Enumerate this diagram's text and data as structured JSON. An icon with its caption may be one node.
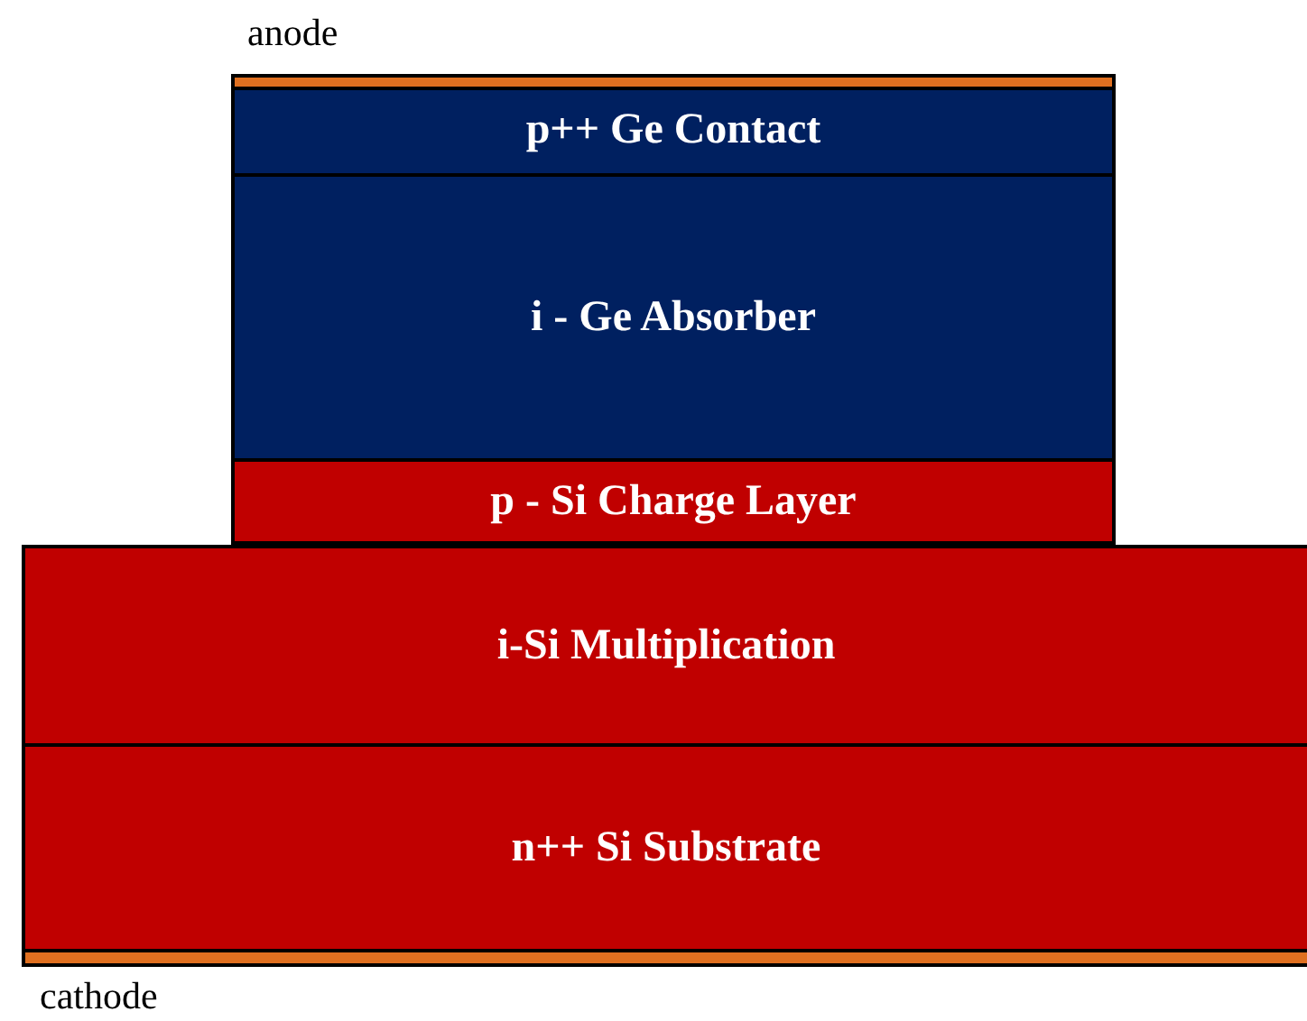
{
  "diagram": {
    "nodes": [
      {
        "text": [
          "p++ Ge Contact"
        ]
      },
      {
        "text": [
          "i - Ge Absorber"
        ]
      },
      {
        "text": [
          "p - Si Charge Layer"
        ]
      },
      {
        "text": [
          "i-Si Multiplication"
        ]
      },
      {
        "text": [
          "n++ Si Substrate"
        ]
      }
    ],
    "labels": [
      "anode",
      "cathode"
    ]
  }
}
